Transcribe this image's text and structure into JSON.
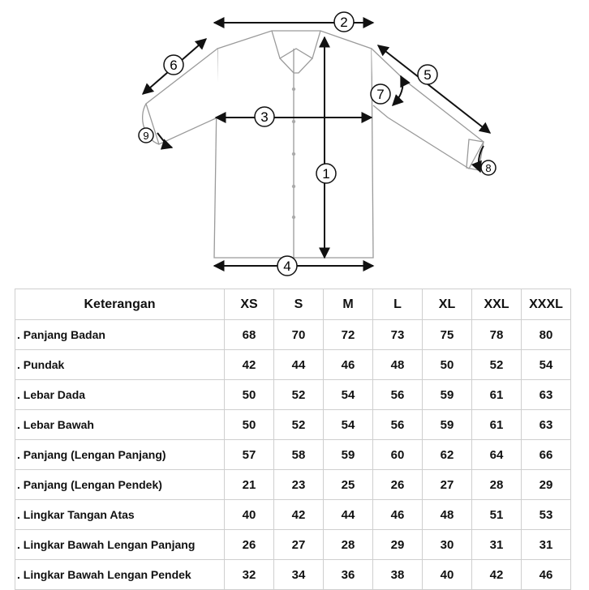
{
  "diagram": {
    "markers": [
      "1",
      "2",
      "3",
      "4",
      "5",
      "6",
      "7",
      "8",
      "9"
    ]
  },
  "table": {
    "header": [
      "Keterangan",
      "XS",
      "S",
      "M",
      "L",
      "XL",
      "XXL",
      "XXXL"
    ],
    "rows": [
      {
        "label": ". Panjang Badan",
        "values": [
          "68",
          "70",
          "72",
          "73",
          "75",
          "78",
          "80"
        ]
      },
      {
        "label": ". Pundak",
        "values": [
          "42",
          "44",
          "46",
          "48",
          "50",
          "52",
          "54"
        ]
      },
      {
        "label": ". Lebar Dada",
        "values": [
          "50",
          "52",
          "54",
          "56",
          "59",
          "61",
          "63"
        ]
      },
      {
        "label": ". Lebar Bawah",
        "values": [
          "50",
          "52",
          "54",
          "56",
          "59",
          "61",
          "63"
        ]
      },
      {
        "label": ". Panjang (Lengan Panjang)",
        "values": [
          "57",
          "58",
          "59",
          "60",
          "62",
          "64",
          "66"
        ]
      },
      {
        "label": ". Panjang (Lengan Pendek)",
        "values": [
          "21",
          "23",
          "25",
          "26",
          "27",
          "28",
          "29"
        ]
      },
      {
        "label": ". Lingkar Tangan Atas",
        "values": [
          "40",
          "42",
          "44",
          "46",
          "48",
          "51",
          "53"
        ]
      },
      {
        "label": ". Lingkar Bawah Lengan Panjang",
        "values": [
          "26",
          "27",
          "28",
          "29",
          "30",
          "31",
          "31"
        ]
      },
      {
        "label": ". Lingkar Bawah Lengan Pendek",
        "values": [
          "32",
          "34",
          "36",
          "38",
          "40",
          "42",
          "46"
        ]
      }
    ]
  }
}
